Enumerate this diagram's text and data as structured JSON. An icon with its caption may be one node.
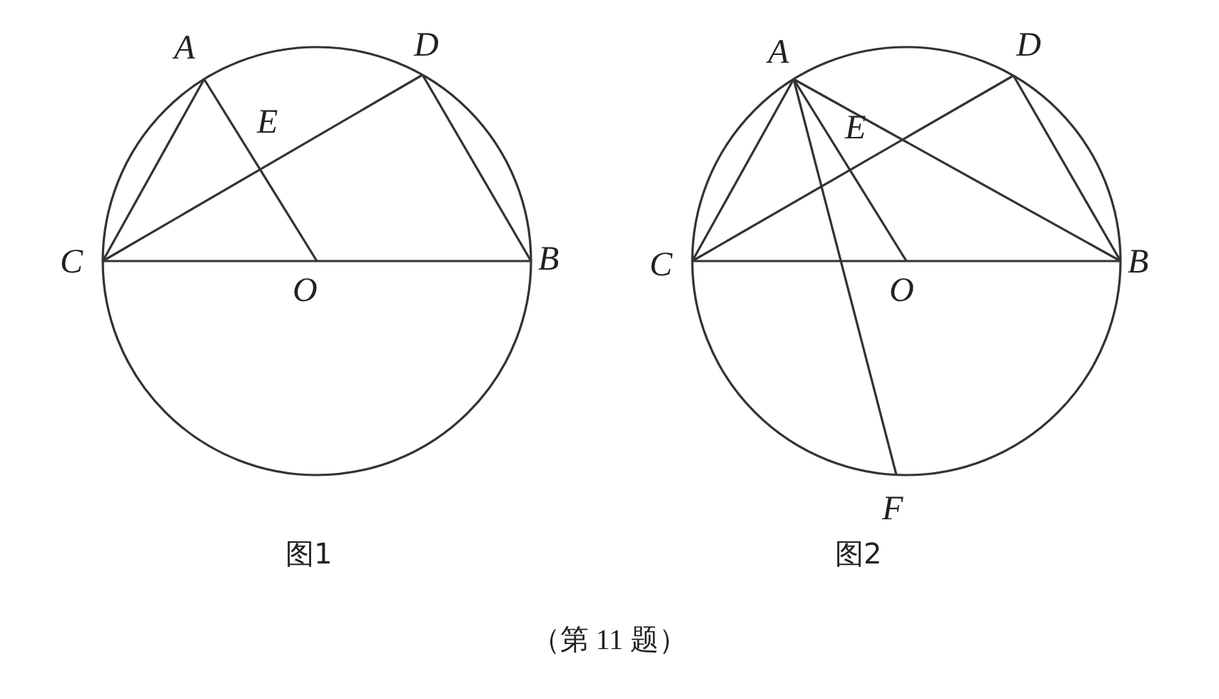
{
  "diagram": {
    "caption": "（第 11 题）",
    "labels": [
      "A",
      "E",
      "D",
      "C",
      "O",
      "B",
      "图1",
      "A",
      "D",
      "E",
      "C",
      "O",
      "B",
      "F",
      "图2"
    ]
  }
}
